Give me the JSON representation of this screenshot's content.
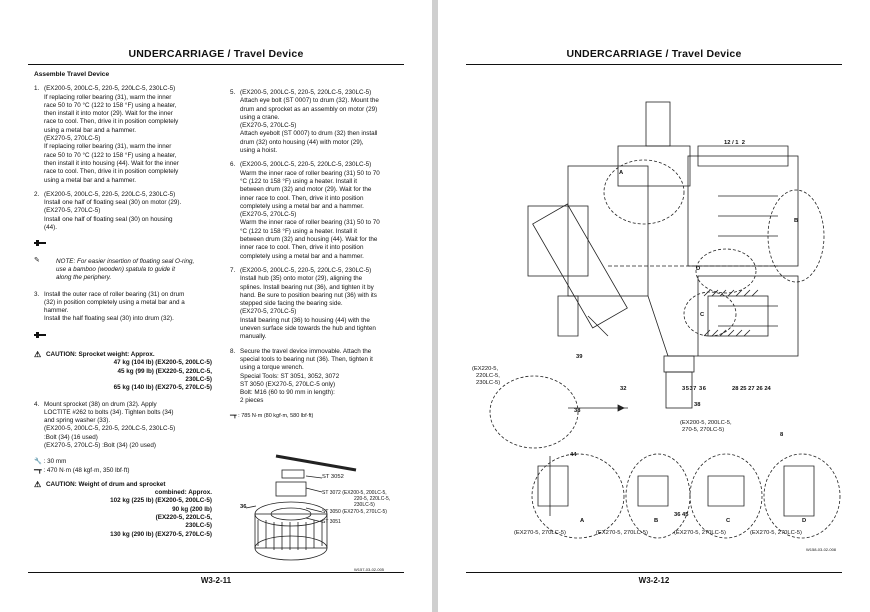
{
  "left": {
    "title": "UNDERCARRIAGE / Travel Device",
    "section": "Assemble Travel Device",
    "page_number": "W3-2-11",
    "steps_col1": [
      {
        "num": "1.",
        "lines": [
          "(EX200-5, 200LC-5, 220-5, 220LC-5, 230LC-5)",
          "If replacing roller bearing (31), warm the inner",
          "race 50 to 70 °C (122 to 158 °F) using a heater,",
          "then install it into motor (29). Wait for the inner",
          "race to cool. Then, drive it in position completely",
          "using a metal bar and a hammer.",
          "(EX270-5, 270LC-5)",
          "If replacing roller bearing (31), warm the inner",
          "race 50 to 70 °C (122 to 158 °F) using a heater,",
          "then install it into housing (44). Wait for the inner",
          "race to cool. Then, drive it in position completely",
          "using a metal bar and a hammer."
        ]
      },
      {
        "num": "2.",
        "lines": [
          "(EX200-5, 200LC-5, 220-5, 220LC-5, 230LC-5)",
          "Install one half of floating seal (30) on motor (29).",
          "(EX270-5, 270LC-5)",
          "Install one half of floating seal (30) on housing",
          "(44)."
        ]
      }
    ],
    "note": [
      "NOTE: For easier insertion of floating seal O-ring,",
      "use a bamboo (wooden) spatula to guide it",
      "along the periphery."
    ],
    "step3": {
      "num": "3.",
      "lines": [
        "Install the outer race of roller bearing (31) on drum",
        "(32) in position completely using a metal bar and a",
        "hammer.",
        "Install the half floating seal (30) into drum (32)."
      ]
    },
    "caution1": {
      "head": "CAUTION:  Sprocket weight: Approx.",
      "lines": [
        "47 kg (104 lb) (EX200-5, 200LC-5)",
        "45 kg (99 lb)  (EX220-5, 220LC-5,",
        "230LC-5)",
        "65 kg (140 lb) (EX270-5, 270LC-5)"
      ]
    },
    "step4": {
      "num": "4.",
      "lines": [
        "Mount  sprocket  (38)  on  drum  (32).  Apply",
        "LOCTITE #262 to bolts (34). Tighten bolts (34)",
        "and spring washer (33).",
        "(EX200-5, 200LC-5, 220-5, 220LC-5, 230LC-5)",
        ":Bolt (34) (16 used)",
        "(EX270-5, 270LC-5)  :Bolt (34) (20 used)"
      ]
    },
    "wrench_size": ": 30 mm",
    "torque1": ": 470 N·m (48 kgf·m, 350 lbf·ft)",
    "caution2": {
      "head": "CAUTION:  Weight  of  drum  and  sprocket",
      "lines": [
        "combined: Approx.",
        "102 kg (225 lb) (EX200-5, 200LC-5)",
        "90 kg   (200 lb)",
        "(EX220-5, 220LC-5,",
        "230LC-5)",
        "130 kg (290 lb) (EX270-5, 270LC-5)"
      ]
    },
    "steps_col2": [
      {
        "num": "5.",
        "lines": [
          "(EX200-5, 200LC-5, 220-5, 220LC-5, 230LC-5)",
          "Attach eye bolt (ST 0007) to drum (32). Mount the",
          "drum and sprocket as an assembly on motor (29)",
          "using a crane.",
          "(EX270-5, 270LC-5)",
          "Attach eyebolt (ST 0007) to drum (32) then install",
          "drum (32) onto housing (44) with motor (29),",
          "using a hoist."
        ]
      },
      {
        "num": "6.",
        "lines": [
          "(EX200-5, 200LC-5, 220-5, 220LC-5, 230LC-5)",
          "Warm the inner race of roller bearing (31) 50 to 70",
          "°C (122 to 158 °F) using a heater. Install it",
          "between drum (32) and motor (29). Wait for the",
          "inner race to cool. Then, drive it into position",
          "completely using a metal bar and a hammer.",
          "(EX270-5, 270LC-5)",
          "Warm the inner race of roller bearing (31) 50 to 70",
          "°C (122 to 158 °F) using a heater. Install it",
          "between drum (32) and housing (44). Wait for the",
          "inner race to cool. Then, drive it into position",
          "completely using a metal bar and a hammer."
        ]
      },
      {
        "num": "7.",
        "lines": [
          "(EX200-5, 200LC-5, 220-5, 220LC-5, 230LC-5)",
          "Install hub (35) onto motor (29), aligning the",
          "splines. Install bearing nut (36), and tighten it by",
          "hand. Be sure to position bearing nut (36) with its",
          "stepped side facing the bearing side.",
          "(EX270-5, 270LC-5)",
          "Install bearing nut (36) to housing (44) with the",
          "uneven surface side towards the hub and tighten",
          "manually."
        ]
      },
      {
        "num": "8.",
        "lines": [
          "Secure the travel device immovable. Attach the",
          "special tools to bearing nut (36). Then, tighten it",
          "using a torque wrench.",
          "Special Tools: ST 3051, 3052, 3072",
          "ST 3050 (EX270-5, 270LC-5 only)",
          "Bolt: M16 (60 to 90 mm in length):",
          "2 pieces"
        ]
      }
    ],
    "torque2": ": 785 N·m (80 kgf·m, 580 lbf·ft)",
    "tool_labels": [
      "ST 3052",
      "ST 3072 (EX200-5, 200LC-5,",
      "220-5, 220LC-5,",
      "230LC-5)",
      "ST 3050 (EX270-5, 270LC-5)",
      "ST 3051"
    ],
    "fig_part": "36",
    "fig_code": "W157-03-02-005"
  },
  "right": {
    "title": "UNDERCARRIAGE / Travel Device",
    "page_number": "W3-2-12",
    "callouts_top": [
      "12",
      "1",
      "2"
    ],
    "detail_letters": [
      "A",
      "B",
      "C",
      "D"
    ],
    "callouts_bottom": [
      "32",
      "35",
      "37",
      "36",
      "28",
      "25",
      "27",
      "26",
      "24"
    ],
    "callout_39": "39",
    "callout_38": "38",
    "model_left": [
      "(EX220-5,",
      "220LC-5,",
      "230LC-5)"
    ],
    "model_center": [
      "(EX200-5, 200LC-5,",
      "270-5, 270LC-5)"
    ],
    "callout_44": "44",
    "callout_8": "8",
    "callout_45": "36 45",
    "bottom_labels": [
      "(EX270-5, 270LC-5)",
      "(EX270-5, 270LC-5)",
      "(EX270-5, 270LC-5)",
      "(EX270-5, 270LC-5)"
    ],
    "fig_code": "W158-03-02-008"
  }
}
